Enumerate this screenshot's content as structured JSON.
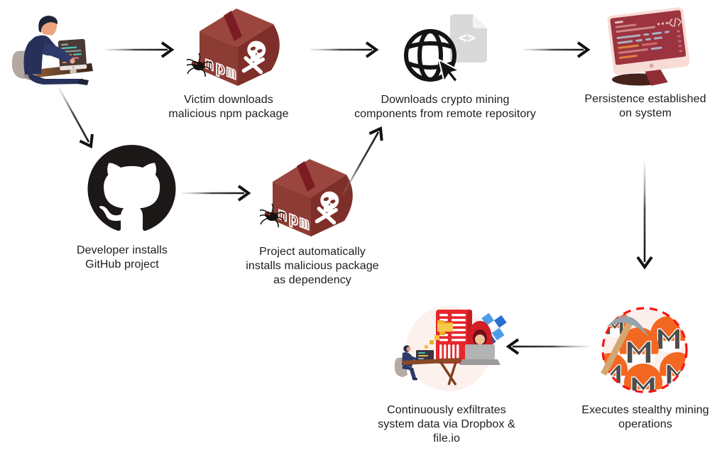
{
  "nodes": {
    "victim": {
      "id": "victim-workstation",
      "icon": "person-at-computer-illustration"
    },
    "npm1": {
      "id": "malicious-npm-package",
      "icon": "npm-package-skull-icon",
      "label": "Victim downloads\nmalicious npm package"
    },
    "download": {
      "id": "remote-repo-download",
      "icon": "globe-cursor-code-file-icon",
      "label": "Downloads crypto mining\ncomponents from remote repository"
    },
    "persistence": {
      "id": "persistence-on-system",
      "icon": "infected-monitor-icon",
      "label": "Persistence established\non system"
    },
    "github": {
      "id": "github-project",
      "icon": "github-logo-icon",
      "label": "Developer installs\nGitHub project"
    },
    "npm2": {
      "id": "dependency-install",
      "icon": "npm-package-skull-icon",
      "label": "Project automatically\ninstalls malicious package\nas dependency"
    },
    "mining": {
      "id": "stealthy-mining",
      "icon": "monero-pickaxe-icon",
      "label": "Executes stealthy mining\noperations"
    },
    "exfiltration": {
      "id": "data-exfiltration",
      "icon": "exfiltration-illustration",
      "label": "Continuously exfiltrates\nsystem data via Dropbox &\nfile.io"
    }
  },
  "icon_text": {
    "npm_box": "npm",
    "code_file_glyph": "<>"
  },
  "flows": [
    {
      "from": "victim-workstation",
      "to": "malicious-npm-package"
    },
    {
      "from": "malicious-npm-package",
      "to": "remote-repo-download"
    },
    {
      "from": "remote-repo-download",
      "to": "persistence-on-system"
    },
    {
      "from": "victim-workstation",
      "to": "github-project"
    },
    {
      "from": "github-project",
      "to": "dependency-install"
    },
    {
      "from": "dependency-install",
      "to": "remote-repo-download"
    },
    {
      "from": "persistence-on-system",
      "to": "stealthy-mining"
    },
    {
      "from": "stealthy-mining",
      "to": "data-exfiltration"
    }
  ],
  "colors": {
    "background": "#ffffff",
    "text": "#1d1d1d",
    "arrow": "#121212",
    "npm_box_left": "#8d3c34",
    "npm_box_right": "#7f2f2a",
    "npm_box_top": "#9a463e",
    "npm_tape": "#7b1c22",
    "github_black": "#1b1817",
    "doc_gray": "#d9d9d9",
    "monitor_screen_red": "#9c3440",
    "monitor_bezel_pink": "#f8dcd6",
    "monero_orange": "#f26822",
    "monero_gray": "#4d4d4d",
    "dashed_border_red": "#fa1510",
    "mining_bg_pink": "#fcf0ed",
    "server_red": "#e8272d",
    "dropbox_blue": "#2b6fd0",
    "hoodie_red": "#d21f26",
    "folder_yellow": "#f0b42a",
    "cube_purple": "#7a57a8"
  }
}
